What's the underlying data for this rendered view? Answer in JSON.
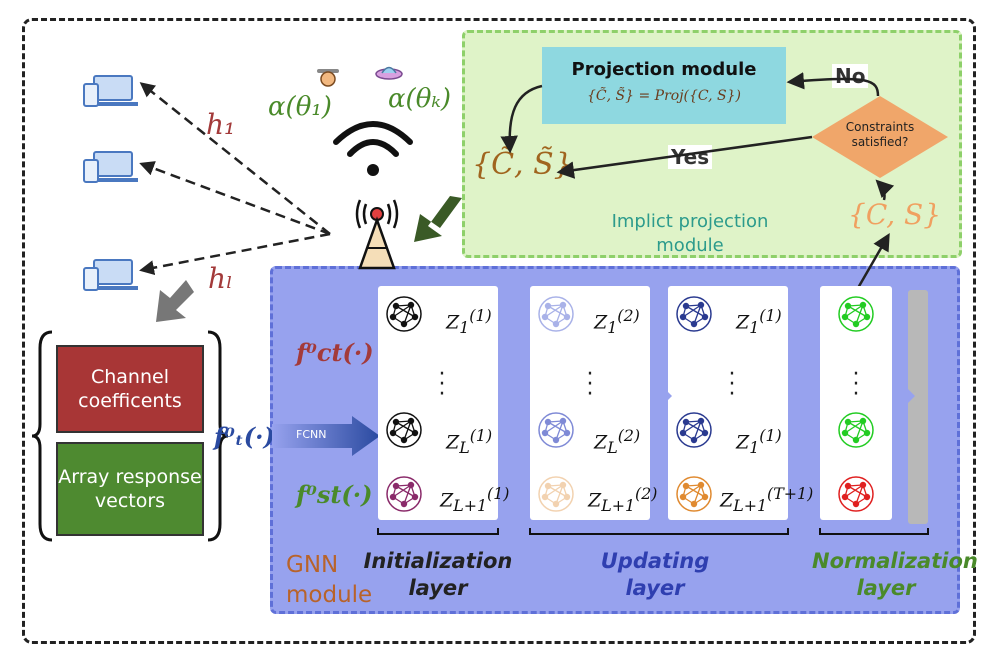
{
  "projection": {
    "title": "Projection module",
    "formula": "{C̃, S̃} = Proj({C, S})",
    "no_label": "No",
    "yes_label": "Yes",
    "decision": "Constraints satisfied?",
    "output_set": "{C̃, S̃}",
    "input_set": "{C, S}",
    "module_label": "Implict projection module",
    "colors": {
      "region_bg": "#dff3c8",
      "box_bg": "#8ed8e0",
      "decision_bg": "#f0a66a"
    }
  },
  "channel": {
    "h1": "h₁",
    "hl": "hₗ",
    "alpha1": "α(θ₁)",
    "alphak": "α(θₖ)",
    "icons": [
      "device-icon",
      "device-icon",
      "device-icon",
      "uav-icon",
      "ufo-icon",
      "wifi-icon",
      "antenna-icon"
    ]
  },
  "inputs": {
    "channel_box": "Channel coefficents",
    "array_box": "Array response vectors",
    "ft": "f⁰ₜ(·)",
    "fct": "f⁰ct(·)",
    "fst": "f⁰st(·)",
    "fcnn": "FCNN",
    "colors": {
      "channel": "#a83636",
      "array": "#4e8a30"
    }
  },
  "gnn": {
    "module_label": "GNN module",
    "init_label": "Initialization layer",
    "update_label": "Updating layer",
    "norm_label": "Normalization layer",
    "col1": {
      "z_top": "Z",
      "z_top_sub": "1",
      "z_top_sup": "(1)",
      "z_mid": "Z",
      "z_mid_sub": "L",
      "z_mid_sup": "(1)",
      "z_bot": "Z",
      "z_bot_sub": "L+1",
      "z_bot_sup": "(1)"
    },
    "col2": {
      "z_top": "Z",
      "z_top_sub": "1",
      "z_top_sup": "(2)",
      "z_mid": "Z",
      "z_mid_sub": "L",
      "z_mid_sup": "(2)",
      "z_bot": "Z",
      "z_bot_sub": "L+1",
      "z_bot_sup": "(2)"
    },
    "col3": {
      "z_top": "Z",
      "z_top_sub": "1",
      "z_top_sup": "(1)",
      "z_mid": "Z",
      "z_mid_sub": "1",
      "z_mid_sup": "(1)",
      "z_bot": "Z",
      "z_bot_sub": "L+1",
      "z_bot_sup": "(T+1)"
    },
    "colors": {
      "region_bg": "#97a2ee",
      "init_label": "#222222",
      "update_label": "#2f3fb0",
      "norm_label": "#4a8a2a",
      "module_label": "#b8632a"
    }
  }
}
